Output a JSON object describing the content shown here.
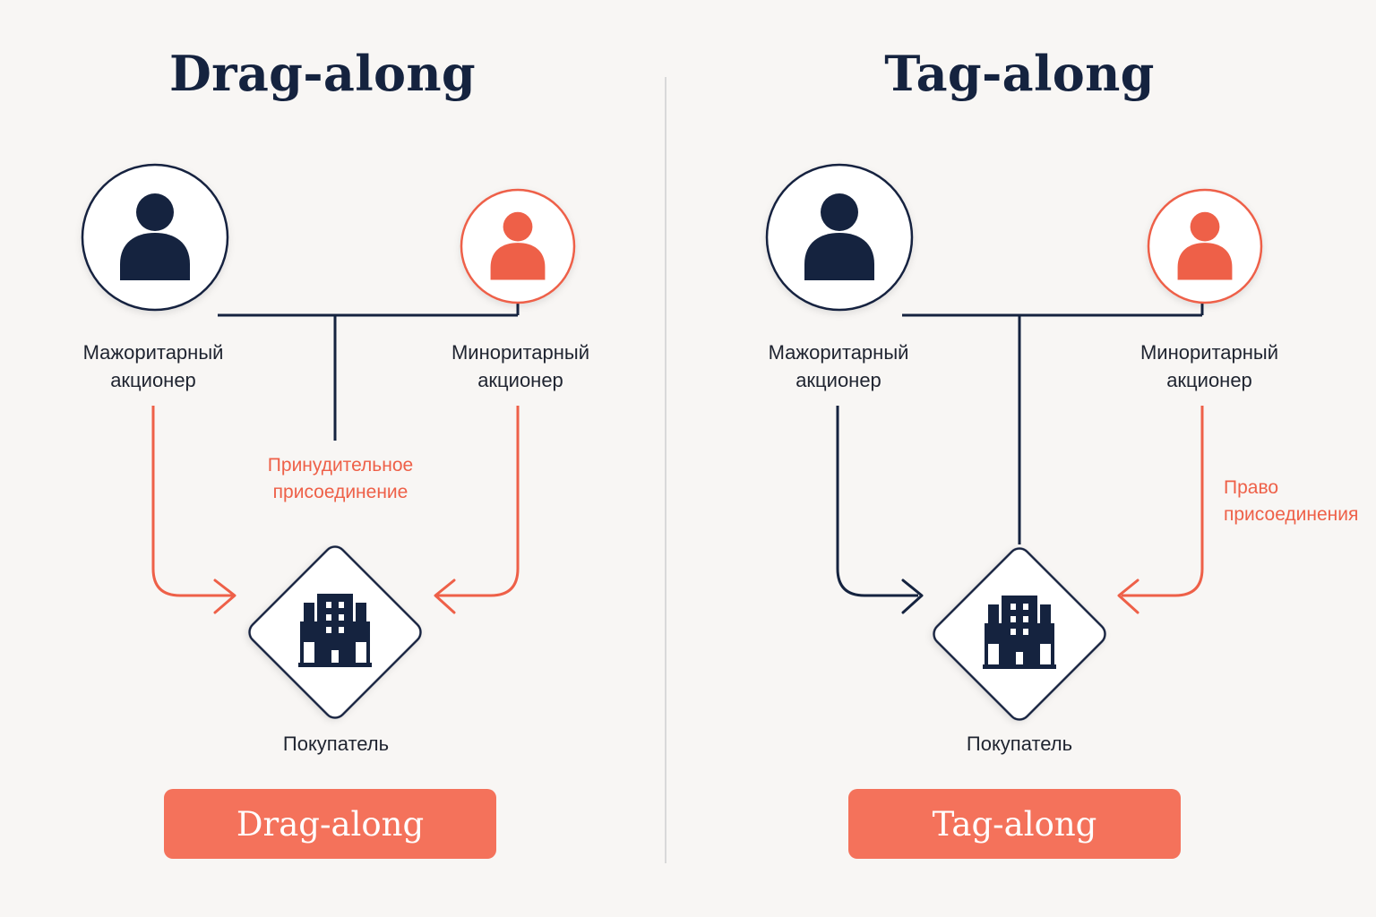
{
  "colors": {
    "navy": "#15233f",
    "accent": "#ee6048",
    "button": "#f4725b",
    "background": "#f8f6f4",
    "divider": "#d9d9d9"
  },
  "panels": [
    {
      "title": "Drag-along",
      "majority_label": "Мажоритарный\nакционер",
      "minority_label": "Миноритарный\nакционер",
      "relation_label": "Принудительное\nприсоединение",
      "buyer_label": "Покупатель",
      "button_label": "Drag-along",
      "icons": [
        "majority-person-icon",
        "minority-person-icon",
        "buyer-building-icon"
      ]
    },
    {
      "title": "Tag-along",
      "majority_label": "Мажоритарный\nакционер",
      "minority_label": "Миноритарный\nакционер",
      "relation_label": "Право\nприсоединения",
      "buyer_label": "Покупатель",
      "button_label": "Tag-along",
      "icons": [
        "majority-person-icon",
        "minority-person-icon",
        "buyer-building-icon"
      ]
    }
  ]
}
